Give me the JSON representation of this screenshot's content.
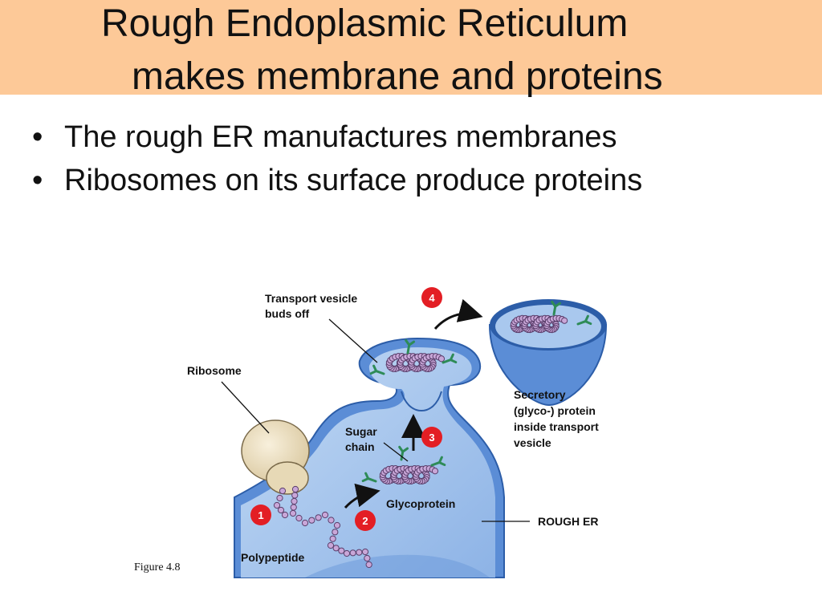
{
  "slide": {
    "title_line1": "Rough Endoplasmic Reticulum",
    "title_line2": "makes membrane and proteins",
    "bullets": [
      "The rough ER manufactures membranes",
      "Ribosomes on its surface produce proteins"
    ],
    "figure_caption": "Figure 4.8"
  },
  "diagram": {
    "labels": {
      "transport_vesicle_1": "Transport vesicle",
      "transport_vesicle_2": "buds off",
      "ribosome": "Ribosome",
      "secretory_1": "Secretory",
      "secretory_2": "(glyco-) protein",
      "secretory_3": "inside transport",
      "secretory_4": "vesicle",
      "sugar_chain_1": "Sugar",
      "sugar_chain_2": "chain",
      "glycoprotein": "Glycoprotein",
      "rough_er": "ROUGH ER",
      "polypeptide": "Polypeptide"
    },
    "steps": [
      "1",
      "2",
      "3",
      "4"
    ],
    "colors": {
      "title_band": "#FDC998",
      "er_membrane": "#5B8DD6",
      "er_lumen": "#A9C8EE",
      "ribosome": "#EFE3C4",
      "bead": "#C9A7D8",
      "sugar": "#2E8B57",
      "step_badge": "#E31E24"
    }
  }
}
